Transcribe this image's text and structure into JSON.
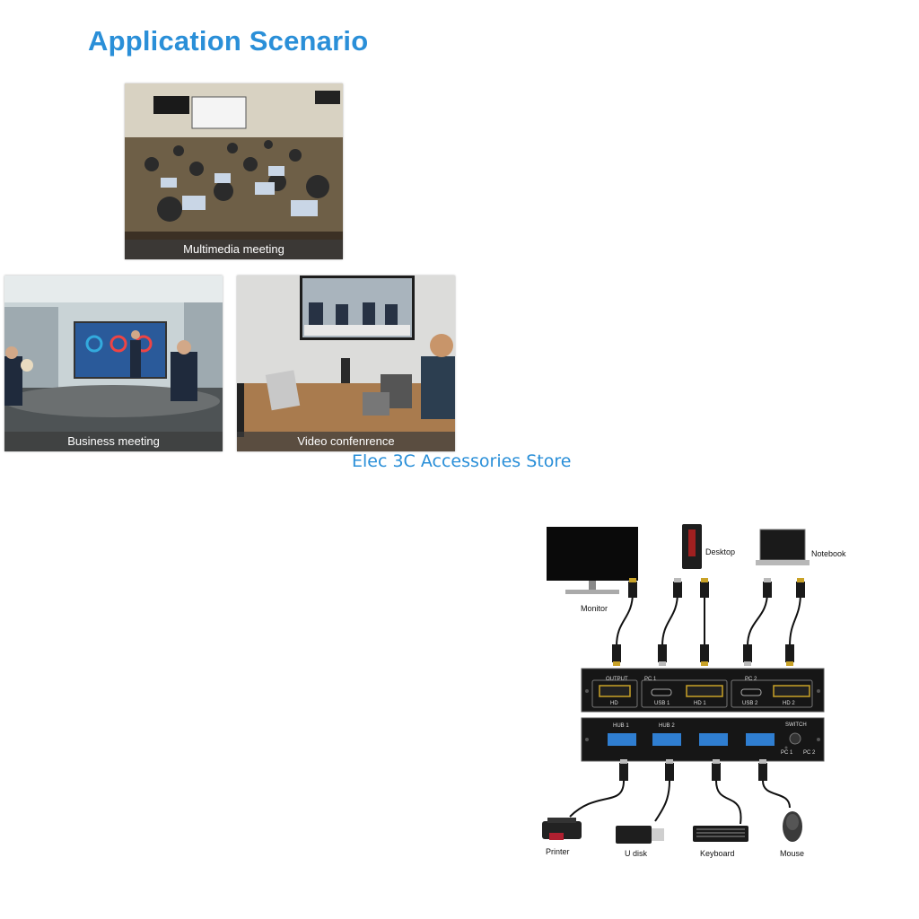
{
  "heading": "Application Scenario",
  "scenarios": [
    {
      "caption": "Multimedia meeting"
    },
    {
      "caption": "Business meeting"
    },
    {
      "caption": "Video confenrence"
    }
  ],
  "store_name": "Elec 3C Accessories Store",
  "diagram": {
    "devices": {
      "monitor": "Monitor",
      "desktop": "Desktop",
      "notebook": "Notebook",
      "printer": "Printer",
      "udisk": "U disk",
      "keyboard": "Keyboard",
      "mouse": "Mouse"
    },
    "ports_top": {
      "output": "OUTPUT",
      "output_hd": "HD",
      "pc1": "PC 1",
      "usb1": "USB 1",
      "hd1": "HD   1",
      "pc2": "PC 2",
      "usb2": "USB 2",
      "hd2": "HD   2"
    },
    "ports_bottom": {
      "hub1": "HUB  1",
      "hub2": "HUB  2",
      "switch": "SWITCH",
      "pc1": "PC 1",
      "pc2": "PC 2"
    }
  }
}
